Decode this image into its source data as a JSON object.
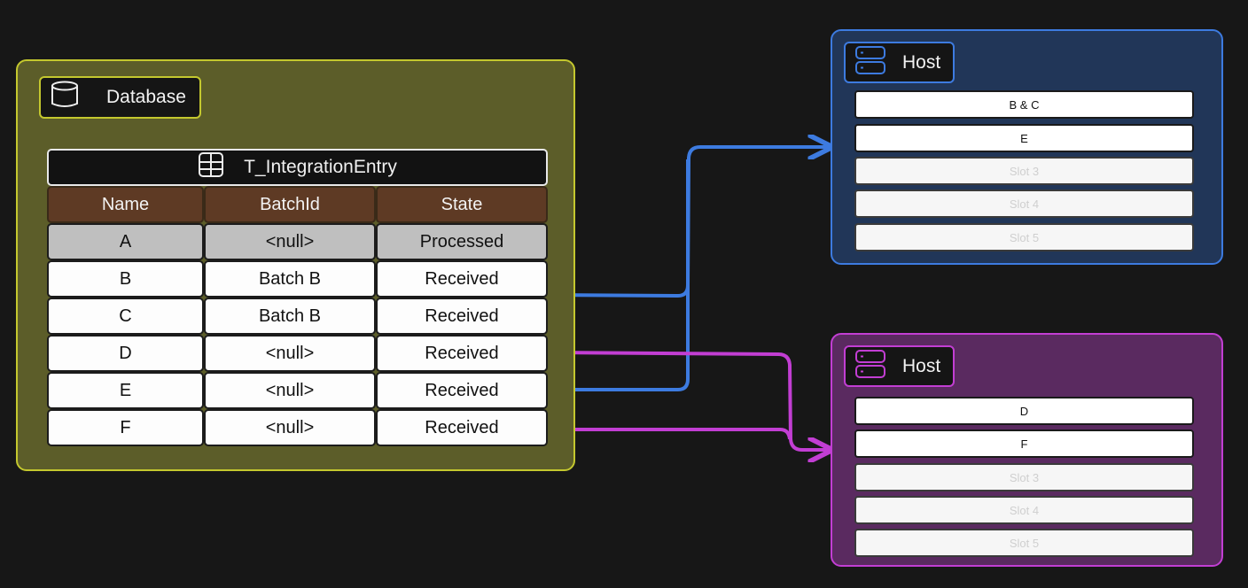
{
  "database": {
    "label": "Database",
    "icon": "database-icon",
    "table": {
      "title": "T_IntegrationEntry",
      "icon": "table-icon",
      "columns": [
        "Name",
        "BatchId",
        "State"
      ],
      "rows": [
        {
          "name": "A",
          "batch": "<null>",
          "state": "Processed"
        },
        {
          "name": "B",
          "batch": "Batch B",
          "state": "Received"
        },
        {
          "name": "C",
          "batch": "Batch B",
          "state": "Received"
        },
        {
          "name": "D",
          "batch": "<null>",
          "state": "Received"
        },
        {
          "name": "E",
          "batch": "<null>",
          "state": "Received"
        },
        {
          "name": "F",
          "batch": "<null>",
          "state": "Received"
        }
      ]
    }
  },
  "hosts": [
    {
      "label": "Host",
      "icon": "server-icon",
      "slots": [
        "B & C",
        "E",
        "Slot 3",
        "Slot 4",
        "Slot 5"
      ]
    },
    {
      "label": "Host",
      "icon": "server-icon",
      "slots": [
        "D",
        "F",
        "Slot 3",
        "Slot 4",
        "Slot 5"
      ]
    }
  ],
  "colors": {
    "database_border": "#c4c82e",
    "host1_accent": "#3d7be0",
    "host2_accent": "#c23ed3",
    "header_fill": "#5e3a24"
  }
}
